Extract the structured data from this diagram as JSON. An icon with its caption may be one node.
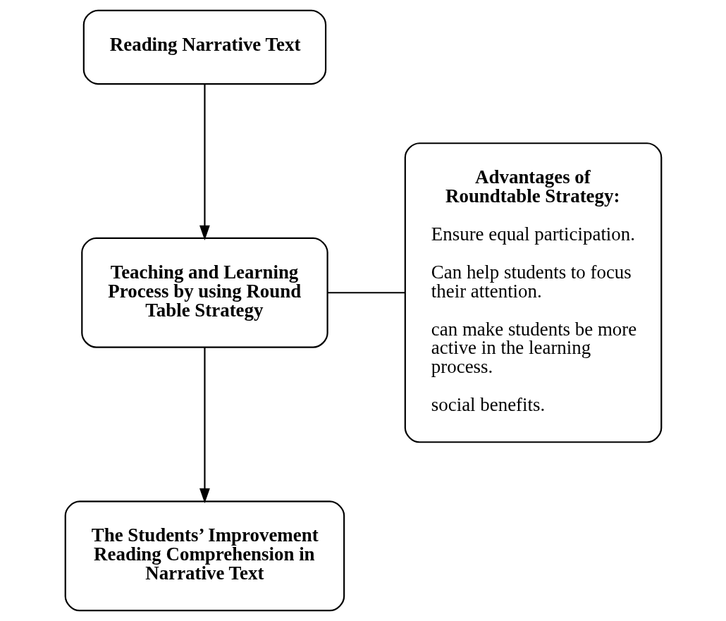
{
  "diagram": {
    "nodes": [
      {
        "text": [
          "Reading Narrative Text"
        ]
      },
      {
        "text": [
          "Teaching and Learning Process by using Round Table Strategy"
        ]
      },
      {
        "text": [
          "Advantages of Roundtable Strategy:",
          "Ensure equal participation.",
          "Can help students to focus their attention.",
          "can make students be more active in the learning process.",
          "social benefits."
        ]
      },
      {
        "text": [
          "The Students’ Improvement Reading Comprehension in Narrative Text"
        ]
      }
    ],
    "edges": [
      {
        "from": 0,
        "to": 1,
        "arrow": "to"
      },
      {
        "from": 1,
        "to": 2,
        "arrow": "none"
      },
      {
        "from": 1,
        "to": 3,
        "arrow": "to"
      }
    ]
  }
}
